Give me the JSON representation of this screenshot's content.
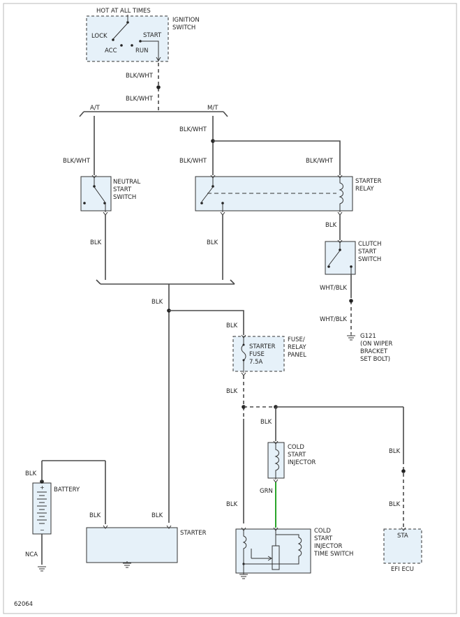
{
  "labels": {
    "hot_at_all_times": "HOT AT ALL TIMES",
    "ignition_switch_1": "IGNITION",
    "ignition_switch_2": "SWITCH",
    "lock": "LOCK",
    "acc": "ACC",
    "start": "START",
    "run": "RUN",
    "blk_wht_1": "BLK/WHT",
    "blk_wht_2": "BLK/WHT",
    "at": "A/T",
    "mt": "M/T",
    "blk_wht_3": "BLK/WHT",
    "blk_wht_4": "BLK/WHT",
    "blk_wht_5": "BLK/WHT",
    "blk_wht_6": "BLK/WHT",
    "neutral_1": "NEUTRAL",
    "neutral_2": "START",
    "neutral_3": "SWITCH",
    "starter_relay_1": "STARTER",
    "starter_relay_2": "RELAY",
    "blk_1": "BLK",
    "blk_2": "BLK",
    "blk_3": "BLK",
    "clutch_1": "CLUTCH",
    "clutch_2": "START",
    "clutch_3": "SWITCH",
    "wht_blk_1": "WHT/BLK",
    "wht_blk_2": "WHT/BLK",
    "g121_1": "G121",
    "g121_2": "(ON WIPER",
    "g121_3": "BRACKET",
    "g121_4": "SET BOLT)",
    "blk_4": "BLK",
    "blk_5": "BLK",
    "fuse_1": "STARTER",
    "fuse_2": "FUSE",
    "fuse_3": "7.5A",
    "panel_1": "FUSE/",
    "panel_2": "RELAY",
    "panel_3": "PANEL",
    "blk_6": "BLK",
    "blk_7": "BLK",
    "injector_1": "COLD",
    "injector_2": "START",
    "injector_3": "INJECTOR",
    "blk_8": "BLK",
    "grn": "GRN",
    "blk_9": "BLK",
    "blk_10": "BLK",
    "blk_11": "BLK",
    "battery": "BATTERY",
    "blk_12": "BLK",
    "blk_13": "BLK",
    "starter": "STARTER",
    "nca": "NCA",
    "timesw_1": "COLD",
    "timesw_2": "START",
    "timesw_3": "INJECTOR",
    "timesw_4": "TIME SWITCH",
    "sta": "STA",
    "efi_ecu": "EFI ECU",
    "diagram_id": "62064"
  },
  "colors": {
    "wire": "#4a4a4a",
    "green_wire": "#2aa52a",
    "component_fill": "#e6f1f9",
    "frame": "#b8b8b8"
  }
}
